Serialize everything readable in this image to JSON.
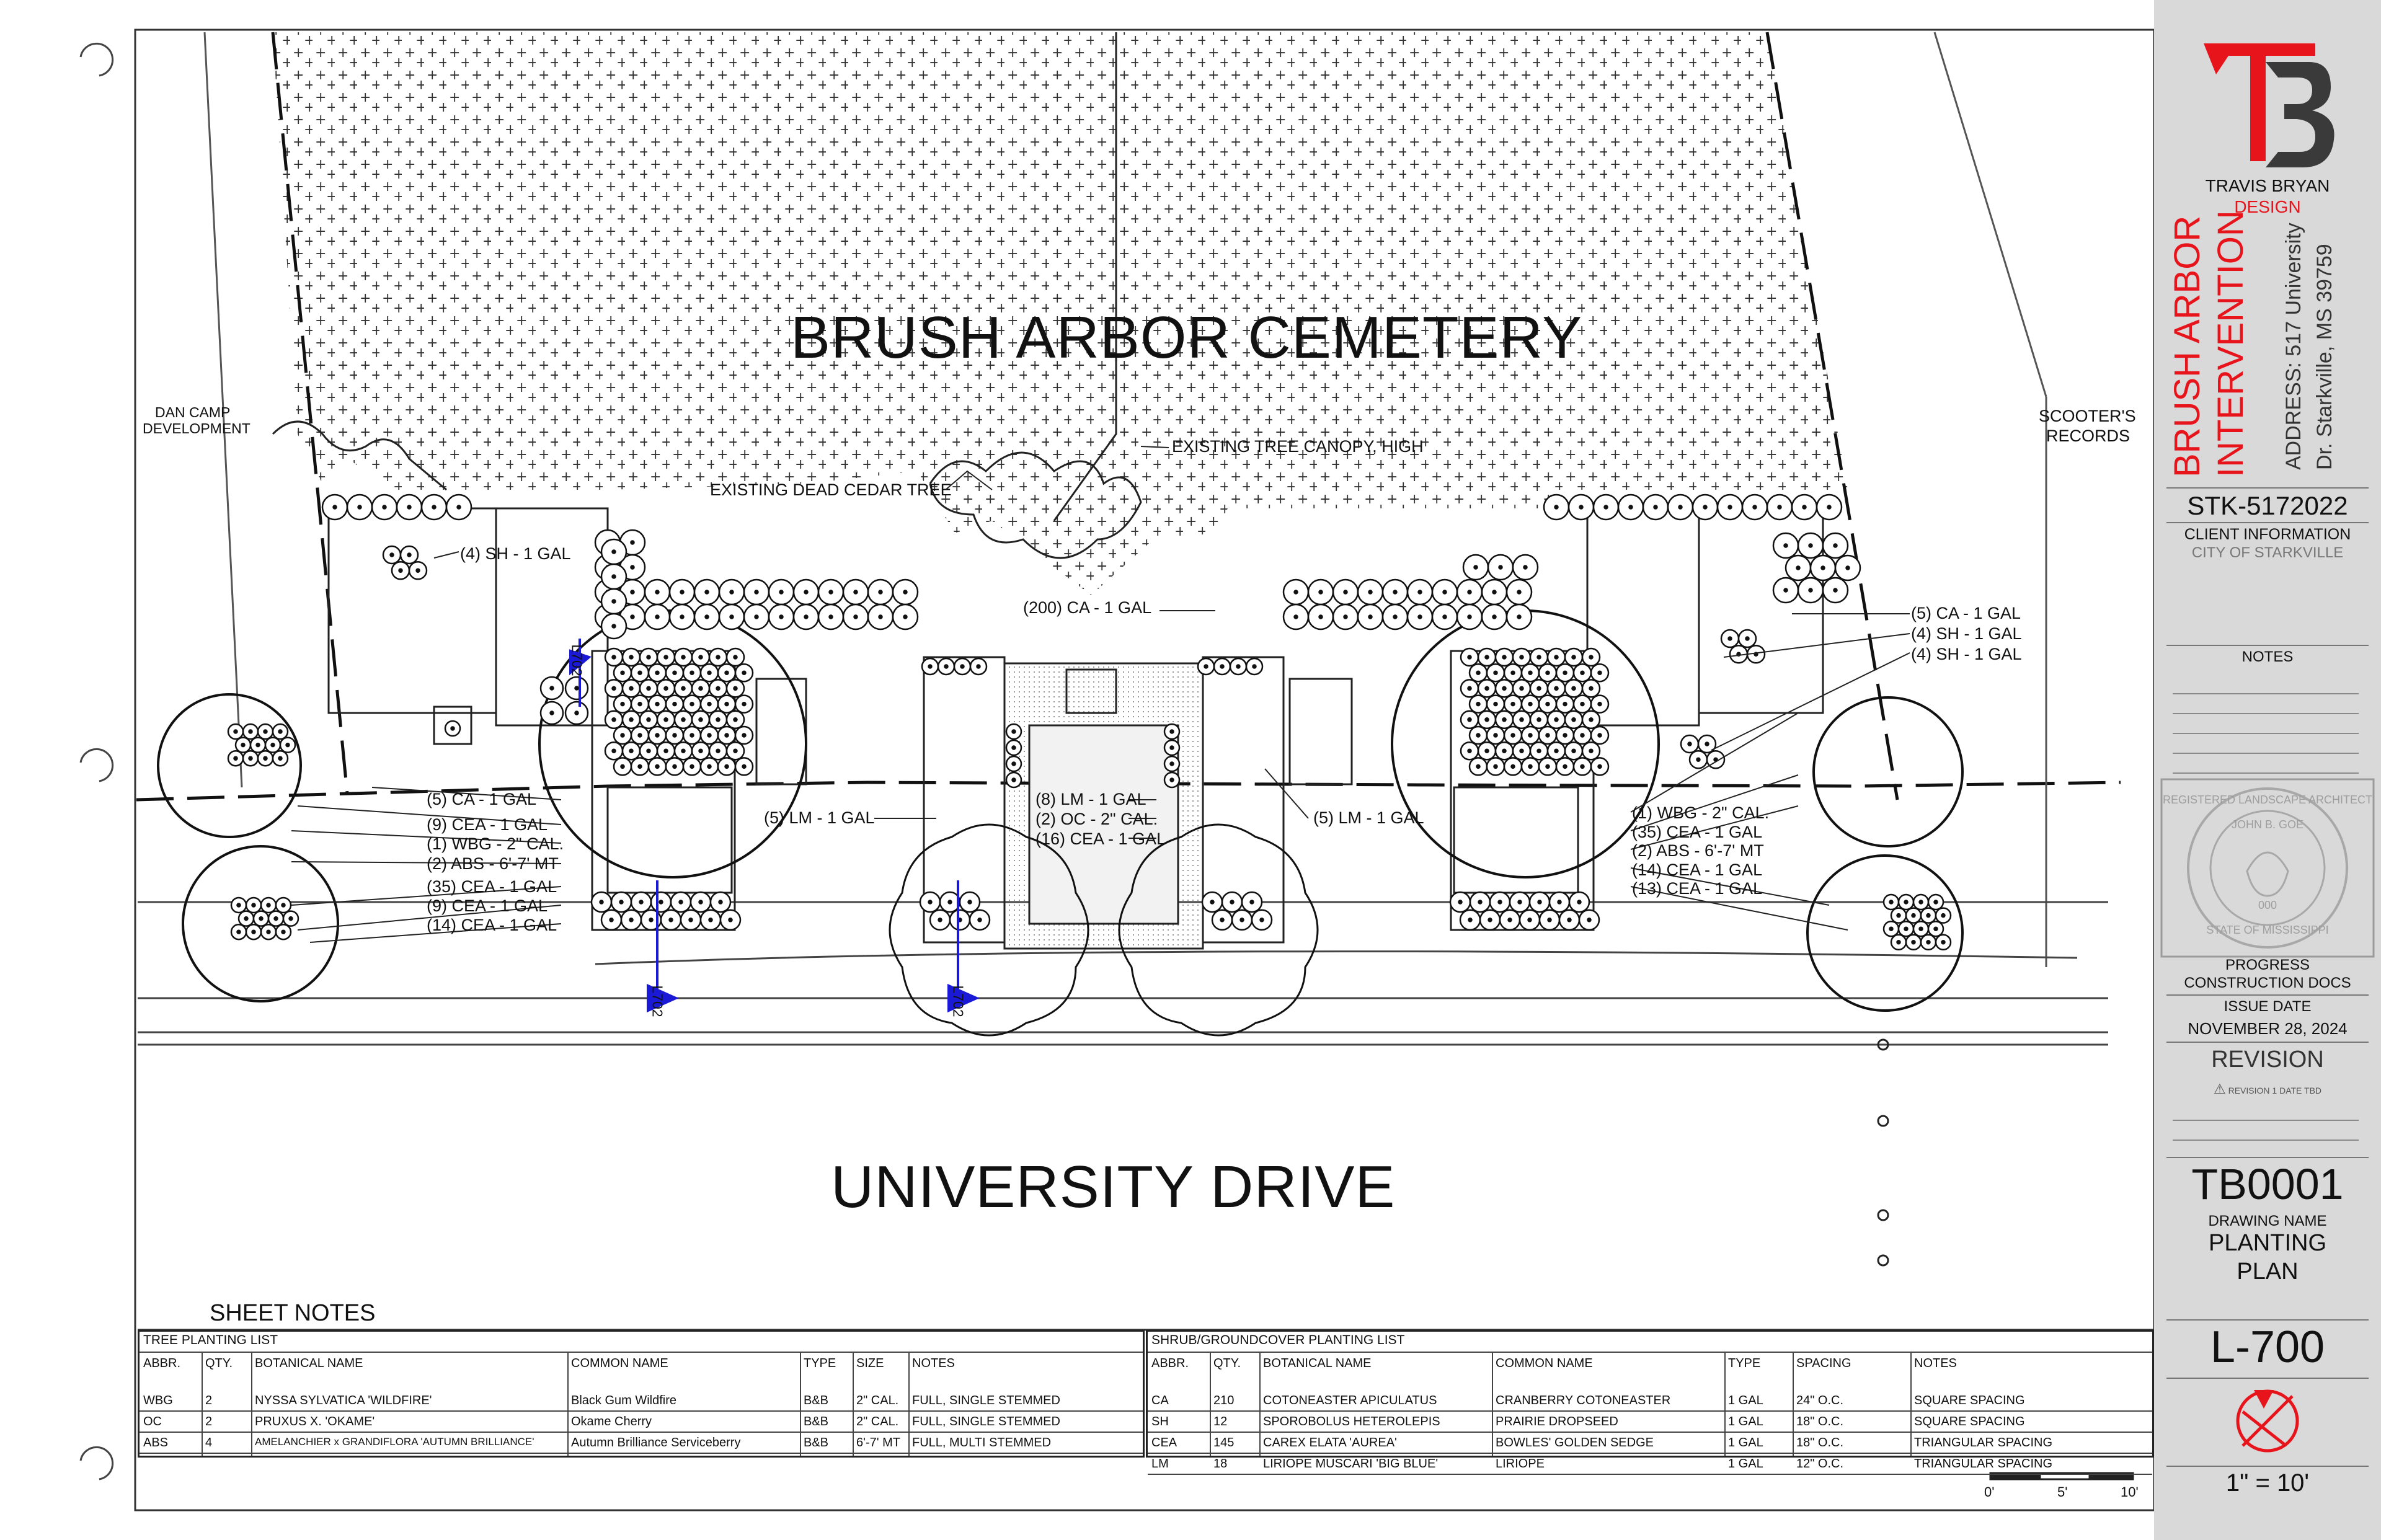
{
  "plan": {
    "title": "BRUSH ARBOR CEMETERY",
    "road": "UNIVERSITY DRIVE",
    "neighbor_left": [
      "DAN CAMP",
      "DEVELOPMENT"
    ],
    "neighbor_right": [
      "SCOOTER'S",
      "RECORDS"
    ],
    "callouts": {
      "canopy": "EXISTING TREE CANOPY, HIGH",
      "cedar": "EXISTING DEAD CEDAR TREE",
      "ca200": "(200) CA - 1 GAL",
      "sh_left": "(4) SH - 1 GAL",
      "right_ca": "(5) CA - 1 GAL",
      "right_sh1": "(4) SH - 1 GAL",
      "right_sh2": "(4) SH - 1 GAL",
      "lm_left": "(5) LM - 1 GAL",
      "lm_right": "(5) LM - 1 GAL",
      "c_lm8": "(8) LM - 1 GAL",
      "c_oc2": "(2) OC - 2\" CAL.",
      "c_cea16": "(16) CEA - 1 GAL"
    },
    "left_list": [
      "(5) CA - 1 GAL",
      "(9) CEA - 1 GAL",
      "(1) WBG - 2\" CAL.",
      "(2) ABS - 6'-7' MT",
      "(35) CEA - 1 GAL",
      "(9) CEA - 1 GAL",
      "(14) CEA - 1 GAL"
    ],
    "right_list": [
      "(1) WBG - 2\" CAL.",
      "(35) CEA - 1 GAL",
      "(2) ABS - 6'-7' MT",
      "(14) CEA - 1 GAL",
      "(13) CEA - 1 GAL"
    ],
    "section_tags": [
      "L702",
      "L702",
      "L702"
    ]
  },
  "sheet_notes": {
    "title": "SHEET NOTES",
    "tree_list": {
      "title": "TREE PLANTING LIST",
      "headers": [
        "ABBR.",
        "QTY.",
        "BOTANICAL NAME",
        "COMMON NAME",
        "TYPE",
        "SIZE",
        "NOTES"
      ],
      "rows": [
        [
          "WBG",
          "2",
          "NYSSA SYLVATICA 'WILDFIRE'",
          "Black Gum Wildfire",
          "B&B",
          "2\" CAL.",
          "FULL, SINGLE STEMMED"
        ],
        [
          "OC",
          "2",
          "PRUXUS X. 'OKAME'",
          "Okame Cherry",
          "B&B",
          "2\" CAL.",
          "FULL, SINGLE STEMMED"
        ],
        [
          "ABS",
          "4",
          "AMELANCHIER x GRANDIFLORA 'AUTUMN BRILLIANCE'",
          "Autumn Brilliance Serviceberry",
          "B&B",
          "6'-7' MT",
          "FULL, MULTI STEMMED"
        ]
      ]
    },
    "shrub_list": {
      "title": "SHRUB/GROUNDCOVER PLANTING LIST",
      "headers": [
        "ABBR.",
        "QTY.",
        "BOTANICAL NAME",
        "COMMON NAME",
        "TYPE",
        "SPACING",
        "NOTES"
      ],
      "rows": [
        [
          "CA",
          "210",
          "COTONEASTER APICULATUS",
          "CRANBERRY COTONEASTER",
          "1 GAL",
          "24\" O.C.",
          "SQUARE SPACING"
        ],
        [
          "SH",
          "12",
          "SPOROBOLUS HETEROLEPIS",
          "PRAIRIE DROPSEED",
          "1 GAL",
          "18\" O.C.",
          "SQUARE SPACING"
        ],
        [
          "CEA",
          "145",
          "CAREX ELATA 'AUREA'",
          "BOWLES' GOLDEN SEDGE",
          "1 GAL",
          "18\" O.C.",
          "TRIANGULAR SPACING"
        ],
        [
          "LM",
          "18",
          "LIRIOPE MUSCARI 'BIG BLUE'",
          "LIRIOPE",
          "1 GAL",
          "12\" O.C.",
          "TRIANGULAR SPACING"
        ]
      ]
    },
    "scale_bar": [
      "0'",
      "5'",
      "10'"
    ]
  },
  "title_block": {
    "firm_line1": "TRAVIS BRYAN",
    "firm_line2": "DESIGN",
    "project_line1": "BRUSH ARBOR",
    "project_line2": "INTERVENTION",
    "address_line1": "ADDRESS: 517 University",
    "address_line2": "Dr. Starkville, MS 39759",
    "project_number": "STK-5172022",
    "client_label": "CLIENT INFORMATION",
    "client_name": "CITY OF STARKVILLE",
    "notes_label": "NOTES",
    "seal_text": [
      "REGISTERED LANDSCAPE ARCHITECT",
      "JOHN B. GOE",
      "000",
      "STATE OF MISSISSIPPI"
    ],
    "status_line1": "PROGRESS",
    "status_line2": "CONSTRUCTION DOCS",
    "issue_label": "ISSUE DATE",
    "issue_date": "NOVEMBER 28, 2024",
    "revision_label": "REVISION",
    "revision_note": "REVISION 1 DATE TBD",
    "drawing_code": "TB0001",
    "drawing_name_label": "DRAWING NAME",
    "drawing_name_line1": "PLANTING",
    "drawing_name_line2": "PLAN",
    "sheet_number": "L-700",
    "scale": "1\" = 10'",
    "colors": {
      "accent": "#e8141b",
      "panel": "#d9d9d9",
      "logo_dark": "#3a3a3a"
    }
  }
}
